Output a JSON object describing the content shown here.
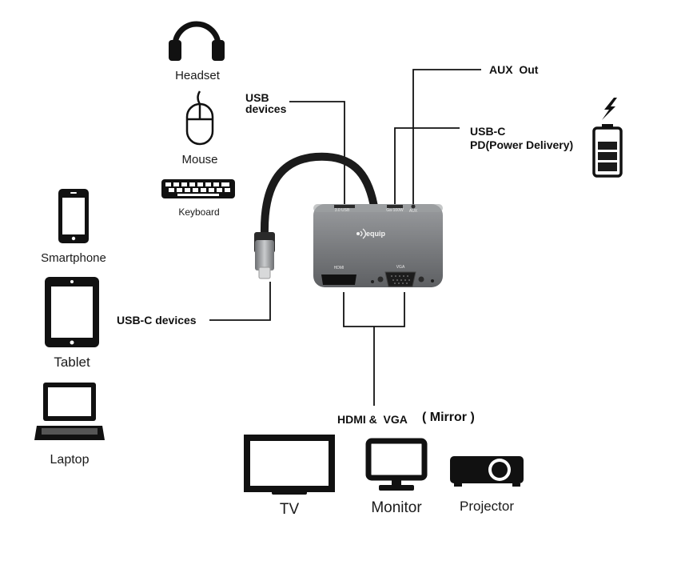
{
  "devices": {
    "headset": "Headset",
    "mouse": "Mouse",
    "keyboard": "Keyboard",
    "smartphone": "Smartphone",
    "tablet": "Tablet",
    "laptop": "Laptop",
    "tv": "TV",
    "monitor": "Monitor",
    "projector": "Projector"
  },
  "ports": {
    "usb_devices_line1": "USB",
    "usb_devices_line2": "devices",
    "usb_c_devices": "USB-C devices",
    "aux_out": "AUX  Out",
    "usb_c_pd_line1": "USB-C",
    "usb_c_pd_line2": "PD(Power Delivery)",
    "hdmi_vga": "HDMI &  VGA",
    "mirror": "( Mirror )"
  },
  "adapter": {
    "brand": "equip",
    "port_hdmi": "HDMI",
    "port_vga": "VGA",
    "port_usb": "3.0 USB",
    "port_pd": "Ga·100W",
    "port_aux": "AUX"
  },
  "colors": {
    "adapter_body": "#7b7d80",
    "adapter_dark": "#4d4f52",
    "lines": "#111111",
    "battery_fill": "#1a1a1a"
  }
}
